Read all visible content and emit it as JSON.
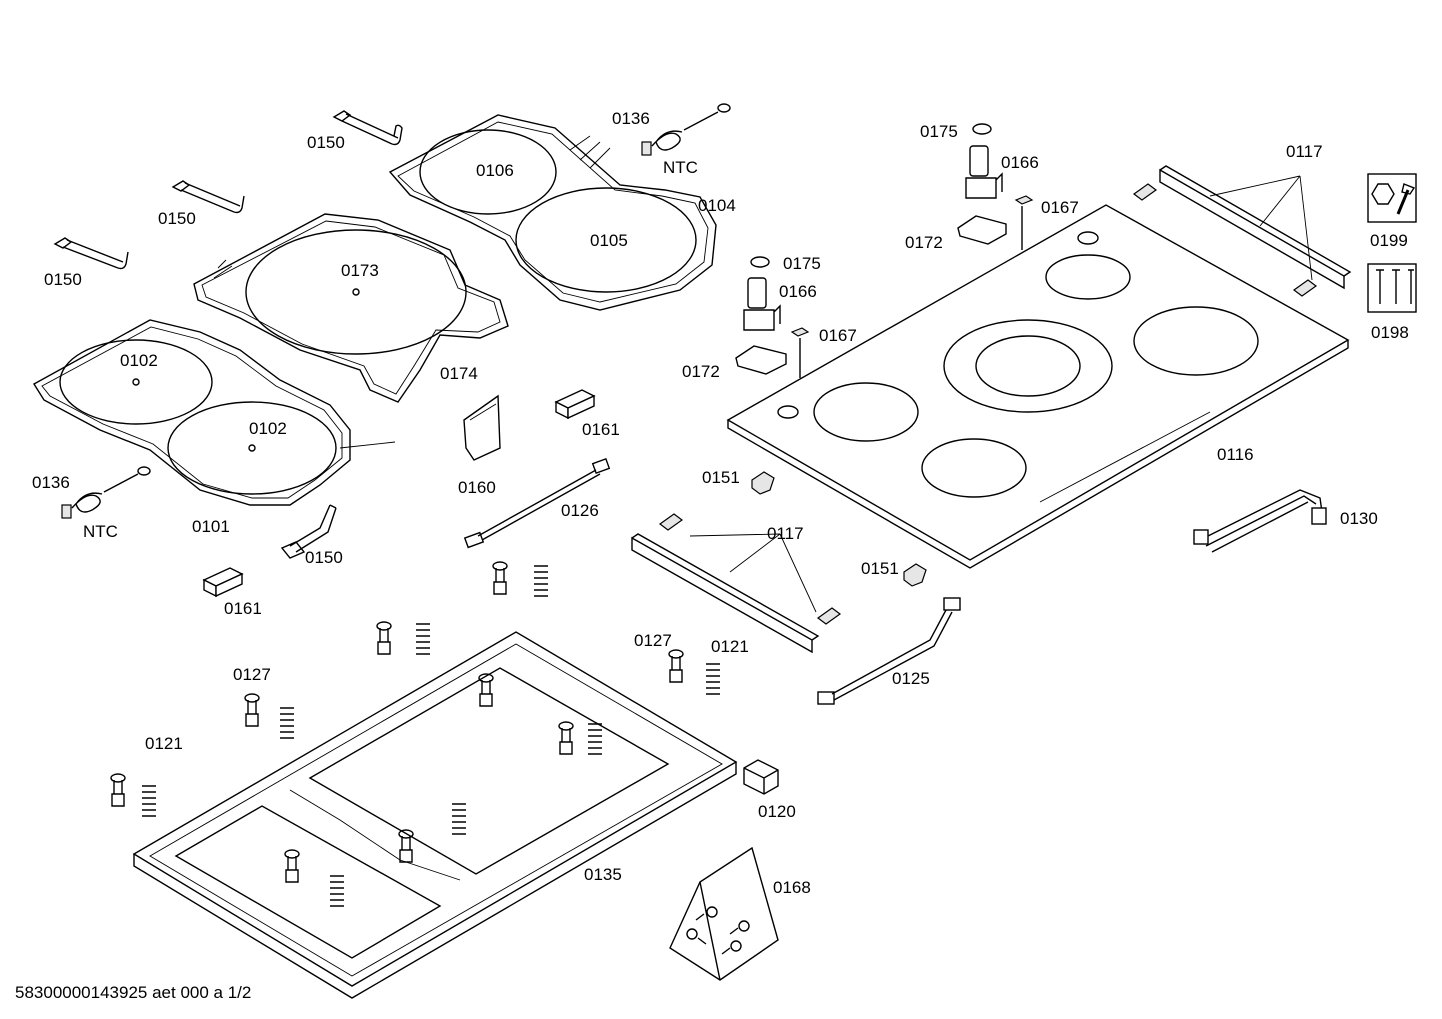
{
  "document": {
    "footer": "58300000143925 aet 000 a 1/2"
  },
  "labels": [
    {
      "id": "p0150a",
      "text": "0150"
    },
    {
      "id": "p0150b",
      "text": "0150"
    },
    {
      "id": "p0150c",
      "text": "0150"
    },
    {
      "id": "p0150d",
      "text": "0150"
    },
    {
      "id": "p0136a",
      "text": "0136"
    },
    {
      "id": "p0136b",
      "text": "0136"
    },
    {
      "id": "ntcA",
      "text": "NTC"
    },
    {
      "id": "ntcB",
      "text": "NTC"
    },
    {
      "id": "p0106",
      "text": "0106"
    },
    {
      "id": "p0105",
      "text": "0105"
    },
    {
      "id": "p0104",
      "text": "0104"
    },
    {
      "id": "p0173",
      "text": "0173"
    },
    {
      "id": "p0174",
      "text": "0174"
    },
    {
      "id": "p0102a",
      "text": "0102"
    },
    {
      "id": "p0102b",
      "text": "0102"
    },
    {
      "id": "p0101",
      "text": "0101"
    },
    {
      "id": "p0161a",
      "text": "0161"
    },
    {
      "id": "p0161b",
      "text": "0161"
    },
    {
      "id": "p0160",
      "text": "0160"
    },
    {
      "id": "p0126",
      "text": "0126"
    },
    {
      "id": "p0175a",
      "text": "0175"
    },
    {
      "id": "p0175b",
      "text": "0175"
    },
    {
      "id": "p0166a",
      "text": "0166"
    },
    {
      "id": "p0166b",
      "text": "0166"
    },
    {
      "id": "p0167a",
      "text": "0167"
    },
    {
      "id": "p0167b",
      "text": "0167"
    },
    {
      "id": "p0172a",
      "text": "0172"
    },
    {
      "id": "p0172b",
      "text": "0172"
    },
    {
      "id": "p0117a",
      "text": "0117"
    },
    {
      "id": "p0117b",
      "text": "0117"
    },
    {
      "id": "p0199",
      "text": "0199"
    },
    {
      "id": "p0198",
      "text": "0198"
    },
    {
      "id": "p0116",
      "text": "0116"
    },
    {
      "id": "p0151a",
      "text": "0151"
    },
    {
      "id": "p0151b",
      "text": "0151"
    },
    {
      "id": "p0130",
      "text": "0130"
    },
    {
      "id": "p0127a",
      "text": "0127"
    },
    {
      "id": "p0127b",
      "text": "0127"
    },
    {
      "id": "p0121a",
      "text": "0121"
    },
    {
      "id": "p0121b",
      "text": "0121"
    },
    {
      "id": "p0125",
      "text": "0125"
    },
    {
      "id": "p0120",
      "text": "0120"
    },
    {
      "id": "p0135",
      "text": "0135"
    },
    {
      "id": "p0168",
      "text": "0168"
    }
  ]
}
